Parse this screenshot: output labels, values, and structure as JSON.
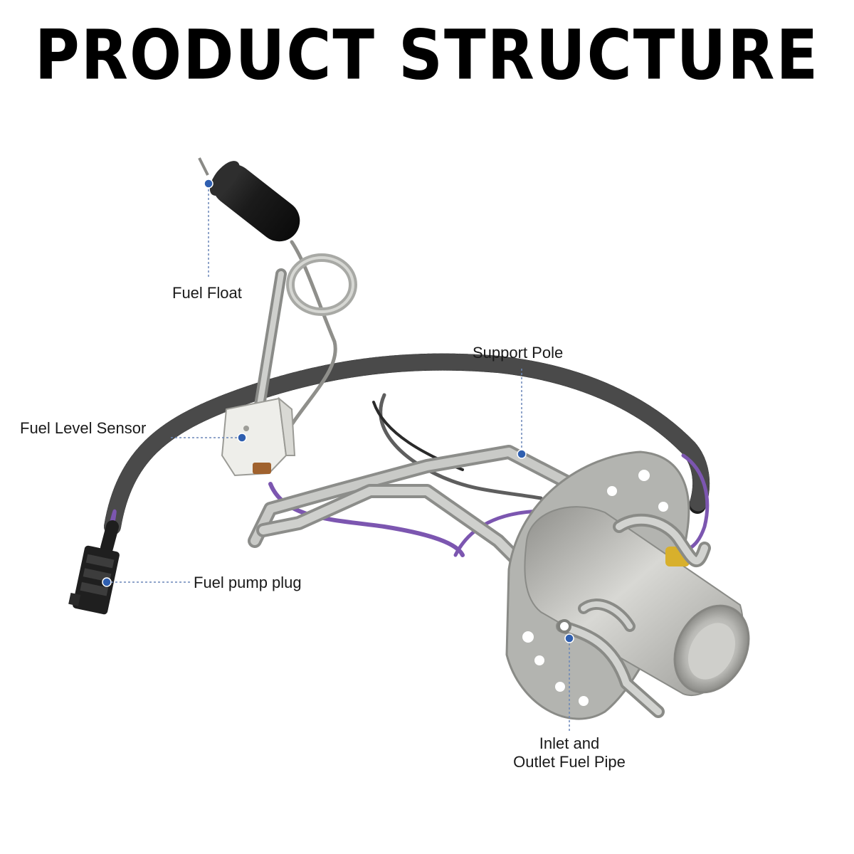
{
  "title": "PRODUCT STRUCTURE",
  "callouts": [
    {
      "id": "fuel-float",
      "label": "Fuel Float"
    },
    {
      "id": "support-pole",
      "label": "Support Pole"
    },
    {
      "id": "fuel-level-sensor",
      "label": "Fuel Level Sensor"
    },
    {
      "id": "fuel-pump-plug",
      "label": "Fuel pump plug"
    },
    {
      "id": "inlet-outlet-pipe",
      "label": "Inlet and\nOutlet Fuel Pipe"
    }
  ],
  "colors": {
    "marker": "#2f5fb0",
    "leader": "#6a86b8",
    "hose": "#1e1e1e",
    "metal": "#b9bab8",
    "wire_purple": "#7c56b0",
    "sensor_body": "#eeeeea"
  }
}
